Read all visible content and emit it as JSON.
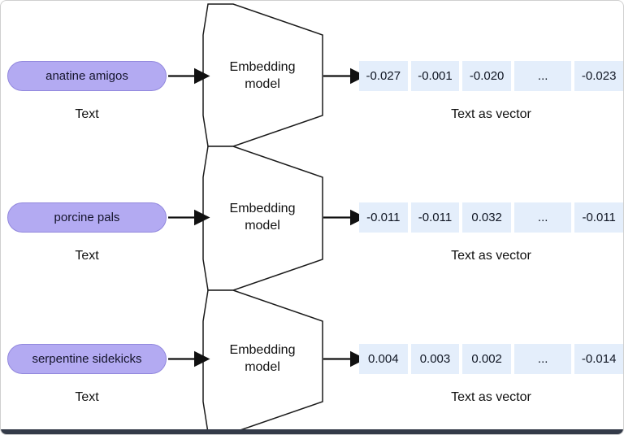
{
  "diagram": {
    "model_label": "Embedding model",
    "rows": [
      {
        "input": "anatine amigos",
        "input_caption": "Text",
        "vector": [
          "-0.027",
          "-0.001",
          "-0.020",
          "...",
          "-0.023"
        ],
        "vector_caption": "Text as vector"
      },
      {
        "input": "porcine pals",
        "input_caption": "Text",
        "vector": [
          "-0.011",
          "-0.011",
          "0.032",
          "...",
          "-0.011"
        ],
        "vector_caption": "Text as vector"
      },
      {
        "input": "serpentine sidekicks",
        "input_caption": "Text",
        "vector": [
          "0.004",
          "0.003",
          "0.002",
          "...",
          "-0.014"
        ],
        "vector_caption": "Text as vector"
      }
    ]
  },
  "colors": {
    "pill_fill": "#b3aaf2",
    "pill_border": "#9288dd",
    "vector_cell_fill": "#e4eefb",
    "shape_stroke": "#1a1a1a",
    "arrow": "#111111",
    "bottom_bar": "#343b49",
    "frame_border": "#cfcfcf"
  }
}
